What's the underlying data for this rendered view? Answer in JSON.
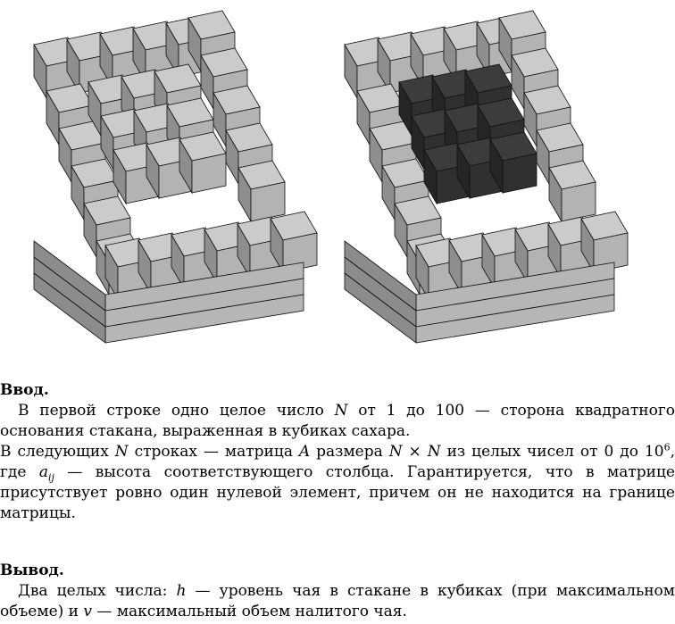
{
  "figures": {
    "left": {
      "grid": 6,
      "top_color": "#c8c8c8",
      "left_color": "#9a9a9a",
      "right_color": "#b4b4b4"
    },
    "right": {
      "grid": 6,
      "water_color": "#333333"
    }
  },
  "input": {
    "heading": "Ввод.",
    "p1_a": "В первой строке одно целое число ",
    "p1_var": "N",
    "p1_b": " от 1 до 100 — сторона квадратного основания стакана, выраженная в кубиках сахара.",
    "p2_a": "В следующих ",
    "p2_var_n": "N",
    "p2_b": " строках — матрица ",
    "p2_var_a": "A",
    "p2_c": " размера ",
    "p2_dims": "N × N",
    "p2_d": " из целых чисел от 0 до 10",
    "p2_exp": "6",
    "p2_e": ", где ",
    "p2_a_var": "a",
    "p2_a_sub": "ij",
    "p2_f": " — высота соответствующего столбца. Гарантируется, что в матрице присутствует ровно один нулевой элемент, причем он не находится на границе матрицы."
  },
  "output": {
    "heading": "Вывод.",
    "p1_a": "Два целых числа: ",
    "p1_h": "h",
    "p1_b": " — уровень чая в стакане в кубиках (при максимальном объеме) и ",
    "p1_v": "v",
    "p1_c": " — максимальный объем налитого чая."
  }
}
